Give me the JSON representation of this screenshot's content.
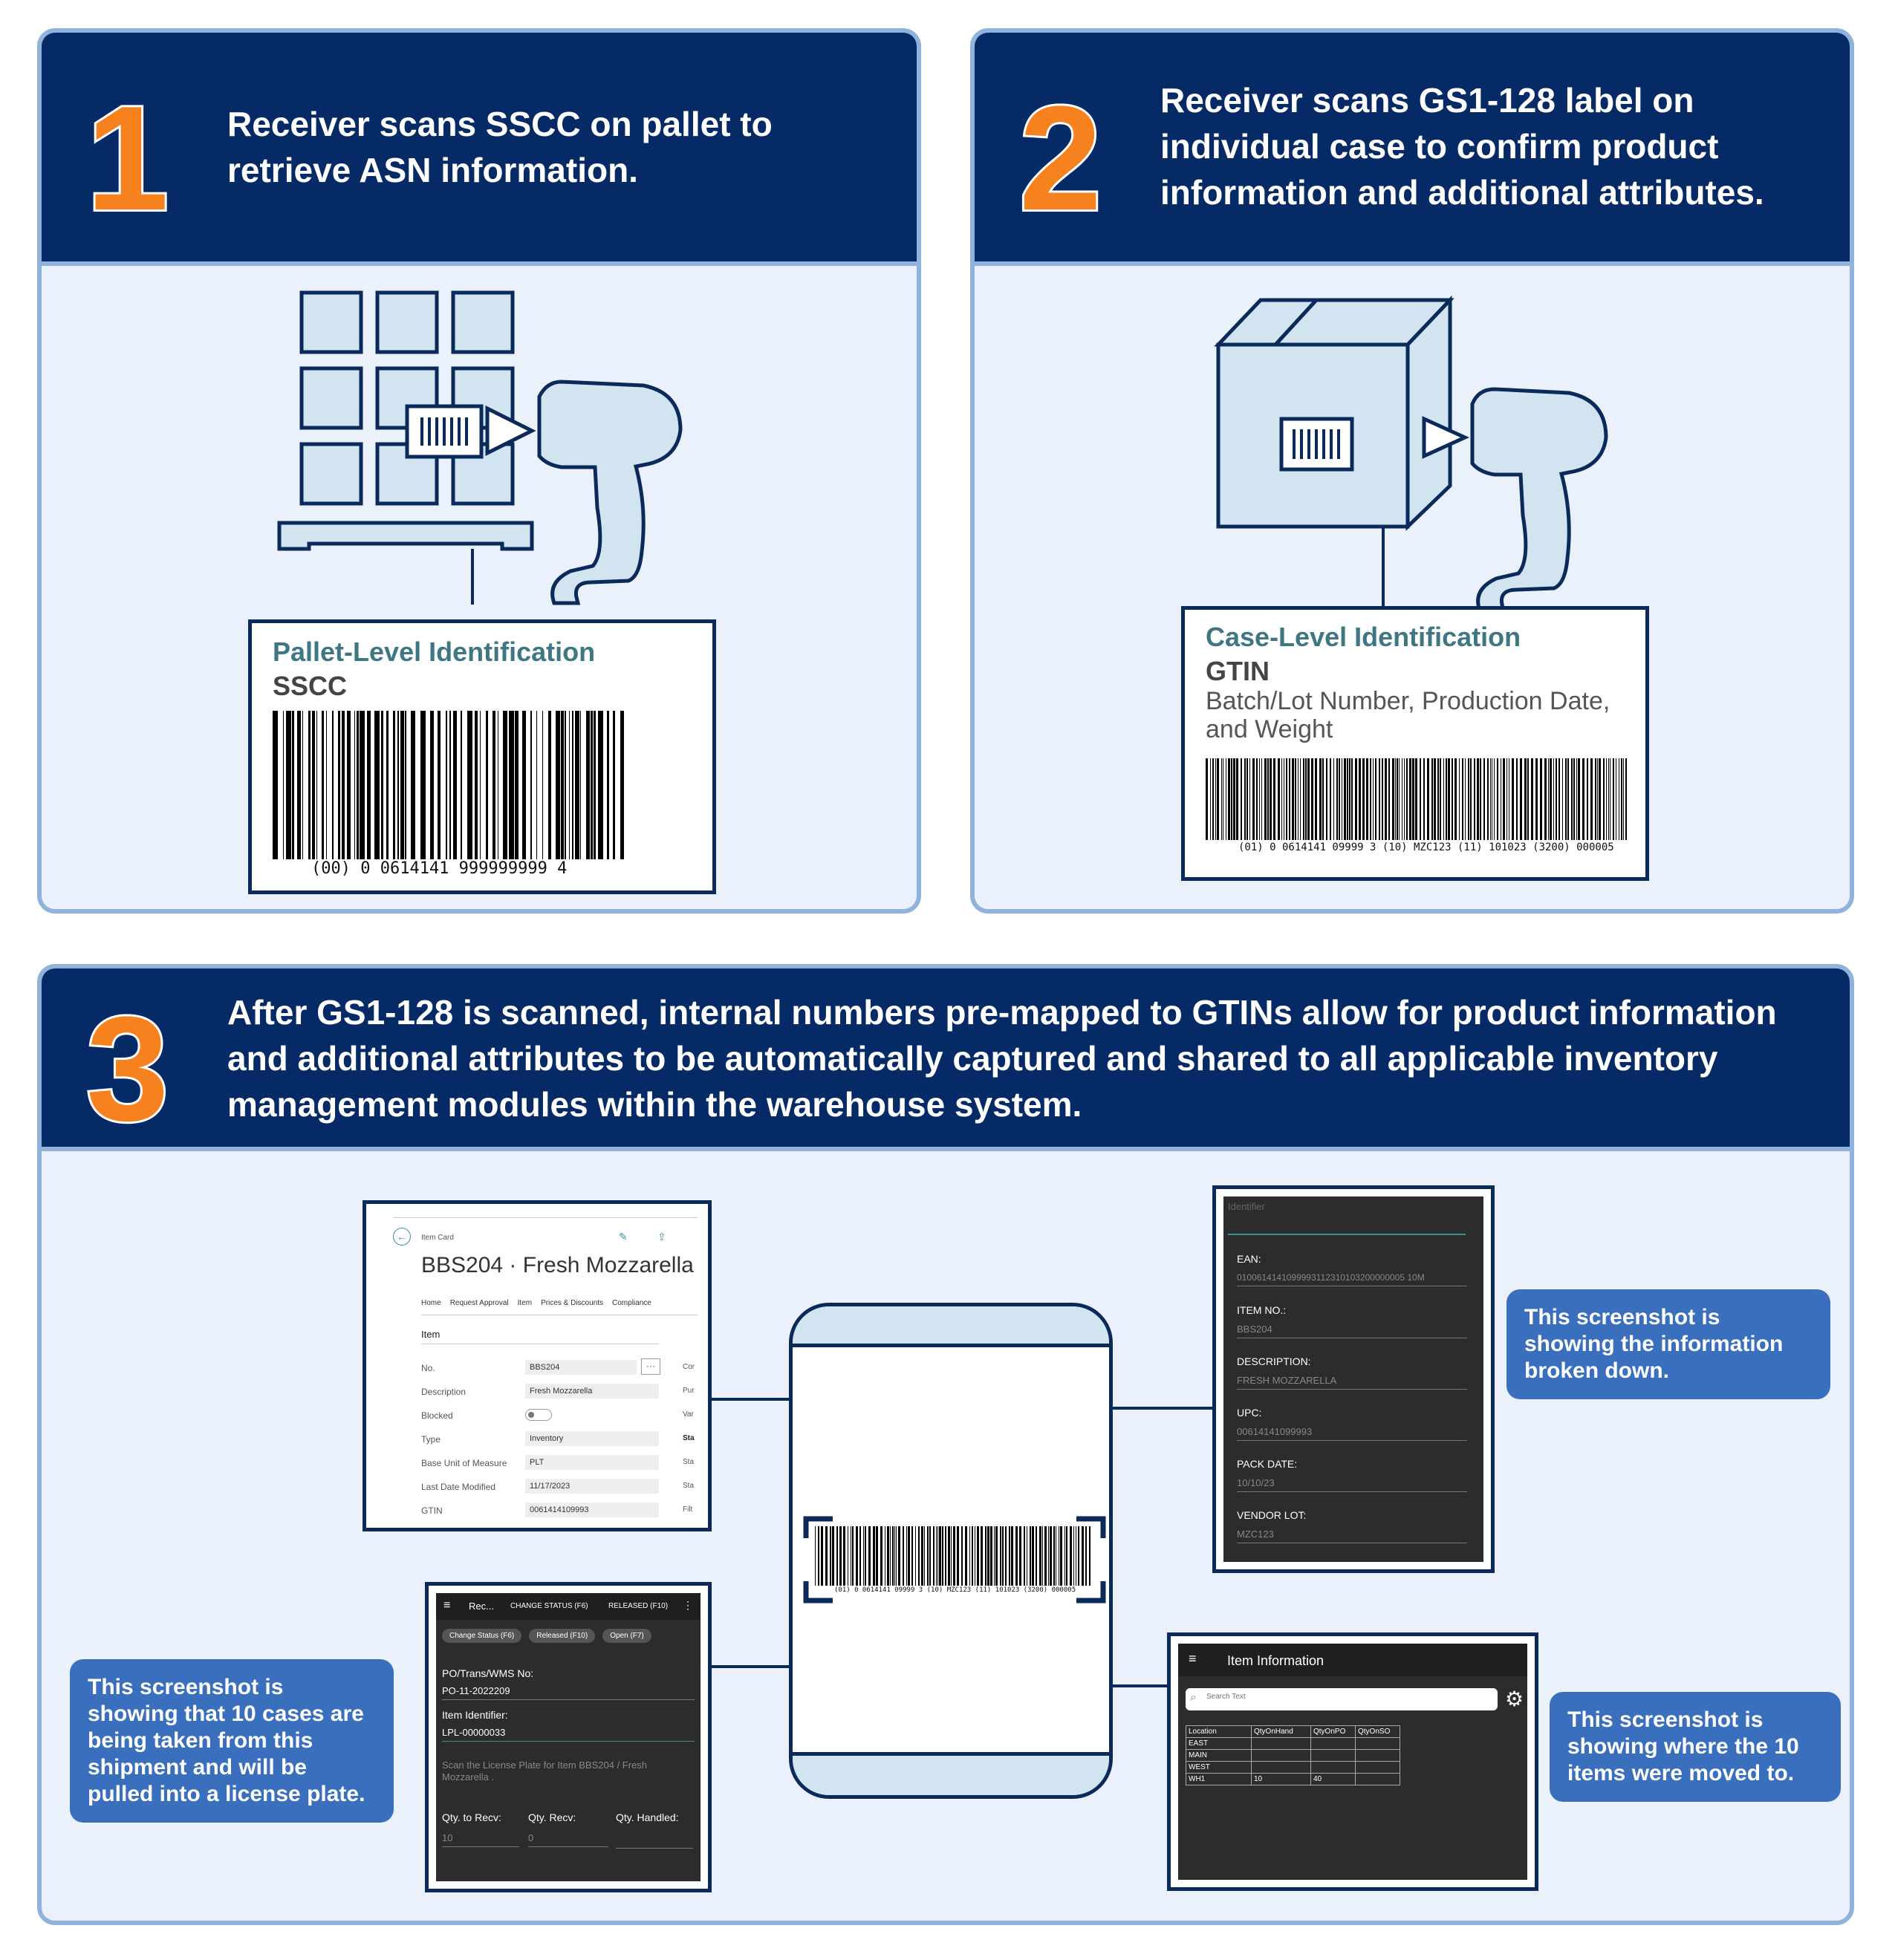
{
  "step1": {
    "number": "1",
    "text": "Receiver scans SSCC on pallet to retrieve ASN information.",
    "label_title": "Pallet-Level Identification",
    "label_sub": "SSCC",
    "barcode_text": "(00) 0 0614141 999999999 4"
  },
  "step2": {
    "number": "2",
    "text": "Receiver scans GS1-128 label on individual case to confirm product information and additional attributes.",
    "label_title": "Case-Level Identification",
    "label_sub": "GTIN",
    "label_extra": "Batch/Lot Number, Production Date, and Weight",
    "barcode_text": "(01) 0 0614141 09999 3 (10) MZC123 (11) 101023 (3200) 000005"
  },
  "step3": {
    "number": "3",
    "text": "After GS1-128 is scanned, internal numbers pre-mapped to GTINs allow for product information and additional attributes to be automatically captured and shared to all applicable inventory management modules within the warehouse system.",
    "scanner_barcode_text": "(01) 0 0614141 09999 3 (10) MZC123 (11) 101023 (3200) 000005"
  },
  "item_card": {
    "crumb": "Item Card",
    "title": "BBS204 · Fresh Mozzarella",
    "tabs": [
      "Home",
      "Request Approval",
      "Item",
      "Prices & Discounts",
      "Compliance"
    ],
    "section": "Item",
    "fields": [
      {
        "label": "No.",
        "value": "BBS204"
      },
      {
        "label": "Description",
        "value": "Fresh Mozzarella"
      },
      {
        "label": "Blocked",
        "value": ""
      },
      {
        "label": "Type",
        "value": "Inventory"
      },
      {
        "label": "Base Unit of Measure",
        "value": "PLT"
      },
      {
        "label": "Last Date Modified",
        "value": "11/17/2023"
      },
      {
        "label": "GTIN",
        "value": "0061414109993"
      }
    ],
    "right_col": [
      "Cor",
      "Pur",
      "Var",
      "Sta",
      "Sta",
      "Sta",
      "Filt"
    ]
  },
  "identifier_screen": {
    "header": "Identifier",
    "fields": [
      {
        "label": "EAN:",
        "value": "0100614141099993112310103200000005 10M"
      },
      {
        "label": "ITEM NO.:",
        "value": "BBS204"
      },
      {
        "label": "DESCRIPTION:",
        "value": "FRESH MOZZARELLA"
      },
      {
        "label": "UPC:",
        "value": "00614141099993"
      },
      {
        "label": "PACK DATE:",
        "value": "10/10/23"
      },
      {
        "label": "VENDOR LOT:",
        "value": "MZC123"
      }
    ]
  },
  "receive_screen": {
    "title": "Rec...",
    "top_actions": [
      "CHANGE STATUS (F6)",
      "RELEASED (F10)"
    ],
    "pills": [
      "Change Status (F6)",
      "Released (F10)",
      "Open (F7)"
    ],
    "po_label": "PO/Trans/WMS No:",
    "po_value": "PO-11-2022209",
    "id_label": "Item Identifier:",
    "id_value": "LPL-00000033",
    "hint": "Scan the License Plate for Item BBS204 / Fresh Mozzarella .",
    "qty_labels": [
      "Qty. to Recv:",
      "Qty. Recv:",
      "Qty. Handled:"
    ],
    "qty_values": [
      "10",
      "0",
      ""
    ]
  },
  "item_info_screen": {
    "title": "Item Information",
    "search_placeholder": "Search Text",
    "columns": [
      "Location",
      "QtyOnHand",
      "QtyOnPO",
      "QtyOnSO"
    ],
    "rows": [
      [
        "EAST",
        "",
        "",
        ""
      ],
      [
        "MAIN",
        "",
        "",
        ""
      ],
      [
        "WEST",
        "",
        "",
        ""
      ],
      [
        "WH1",
        "10",
        "40",
        ""
      ]
    ]
  },
  "callouts": {
    "broken_down": "This screenshot is showing the information broken down.",
    "license_plate": "This screenshot is showing that 10 cases are being taken from this shipment and will be pulled into a license plate.",
    "moved_to": "This screenshot is showing where the 10 items were moved to."
  },
  "colors": {
    "navy": "#052a66",
    "orange": "#f5821f",
    "light_blue": "#d3e4f1",
    "callout": "#3a6fbd"
  }
}
